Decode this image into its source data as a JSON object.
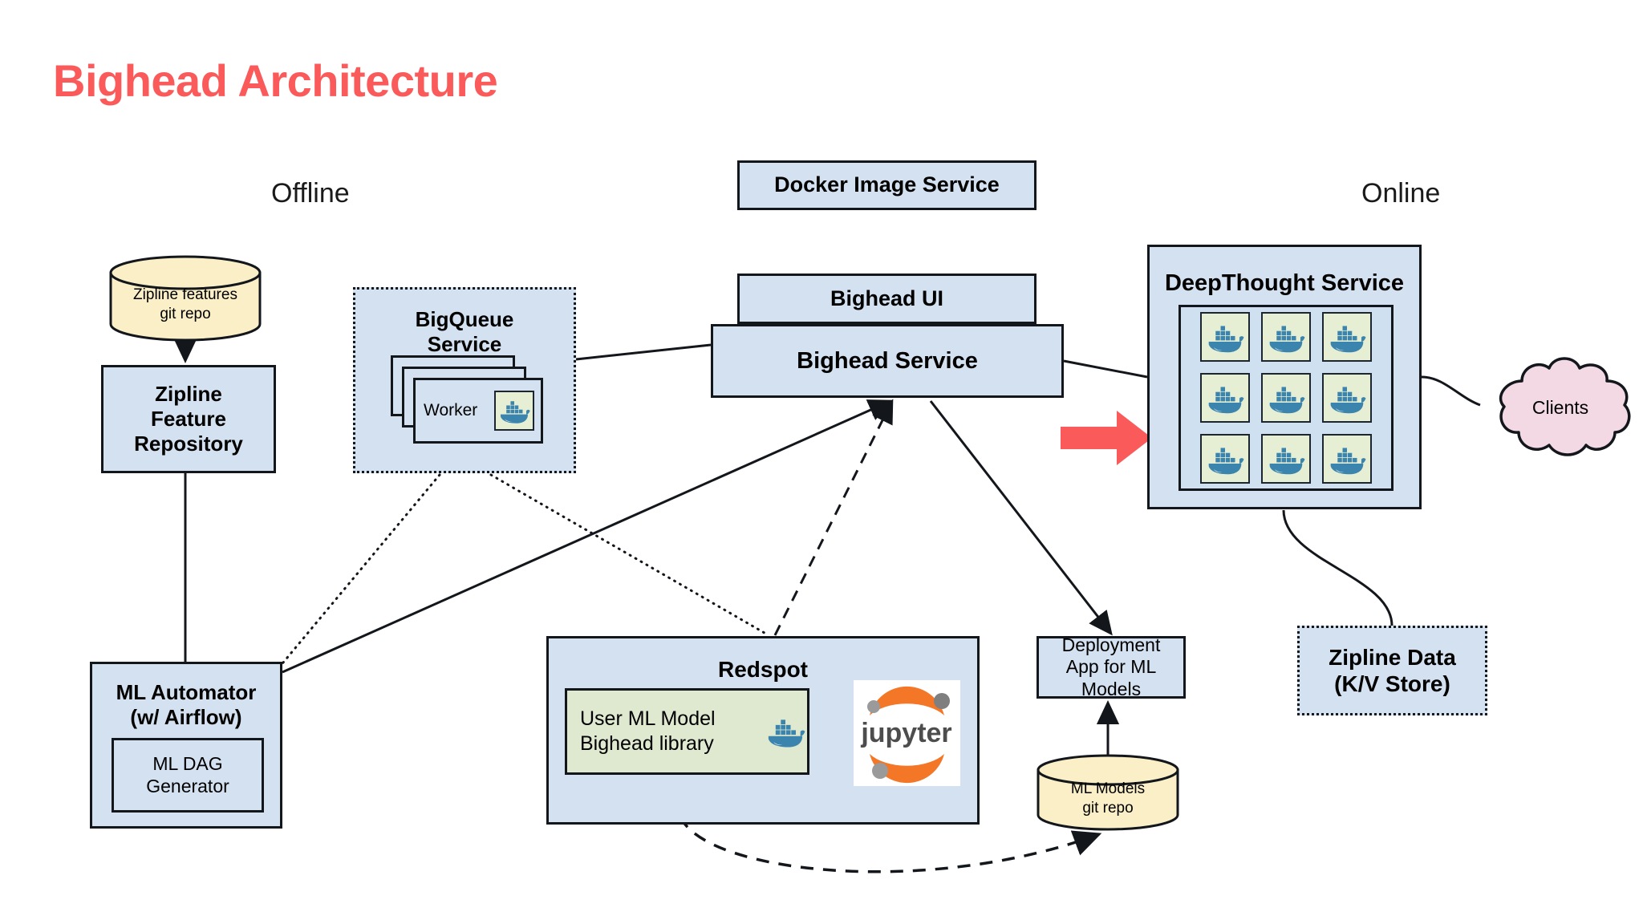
{
  "title": "Bighead Architecture",
  "theme": {
    "title_color": "#fa5a5a",
    "node_fill": "#d3e1f1",
    "node_stroke": "#13171c",
    "green_fill": "#dfe9cf",
    "cylinder_fill": "#fbefc8",
    "cloud_fill": "#f3d9e4",
    "arrow_color": "#fa5a5a",
    "whale_blue": "#3b84ad",
    "jupyter_orange": "#f37726",
    "jupyter_gray": "#9a9a9a"
  },
  "labels": {
    "offline": "Offline",
    "online": "Online"
  },
  "nodes": {
    "zipline_features_repo": {
      "line1": "Zipline features",
      "line2": "git repo"
    },
    "zipline_feature_repository": {
      "line1": "Zipline",
      "line2": "Feature",
      "line3": "Repository"
    },
    "bigqueue_service": {
      "line1": "BigQueue",
      "line2": "Service",
      "worker_label": "Worker"
    },
    "docker_image_service": {
      "label": "Docker Image Service"
    },
    "bighead_ui": {
      "label": "Bighead UI"
    },
    "bighead_service": {
      "label": "Bighead Service"
    },
    "deepthought_service": {
      "label": "DeepThought Service",
      "container_count": 9
    },
    "clients": {
      "label": "Clients"
    },
    "ml_automator": {
      "line1": "ML Automator",
      "line2": "(w/ Airflow)",
      "child_line1": "ML DAG",
      "child_line2": "Generator"
    },
    "redspot": {
      "label": "Redspot",
      "user_model_line1": "User ML Model",
      "user_model_line2": "Bighead library",
      "jupyter_label": "jupyter"
    },
    "deployment_app": {
      "line1": "Deployment",
      "line2": "App for ML",
      "line3": "Models"
    },
    "ml_models_repo": {
      "line1": "ML Models",
      "line2": "git repo"
    },
    "zipline_data": {
      "line1": "Zipline Data",
      "line2": "(K/V Store)"
    }
  },
  "icons": {
    "worker_docker": "docker-whale-icon",
    "user_model_docker": "docker-whale-icon",
    "deepthought_docker": "docker-whale-icon",
    "jupyter": "jupyter-logo-icon",
    "deploy_arrow": "red-right-arrow-icon"
  },
  "connections": [
    {
      "from": "zipline_features_repo",
      "to": "zipline_feature_repository",
      "style": "solid-arrow"
    },
    {
      "from": "zipline_feature_repository",
      "to": "ml_automator",
      "style": "solid"
    },
    {
      "from": "bigqueue_service",
      "to": "ml_automator",
      "style": "dotted"
    },
    {
      "from": "bigqueue_service",
      "to": "redspot",
      "style": "dotted"
    },
    {
      "from": "bigqueue_service",
      "to": "bighead_service",
      "style": "solid"
    },
    {
      "from": "ml_automator",
      "to": "bighead_service",
      "style": "solid-arrow"
    },
    {
      "from": "redspot",
      "to": "bighead_service",
      "style": "dashed-arrow"
    },
    {
      "from": "bighead_service",
      "to": "deployment_app",
      "style": "solid-arrow"
    },
    {
      "from": "bighead_service",
      "to": "deepthought_service",
      "style": "solid"
    },
    {
      "from": "deepthought_service",
      "to": "clients",
      "style": "solid"
    },
    {
      "from": "deepthought_service",
      "to": "zipline_data",
      "style": "solid"
    },
    {
      "from": "ml_models_repo",
      "to": "deployment_app",
      "style": "solid-arrow"
    },
    {
      "from": "redspot",
      "to": "ml_models_repo",
      "style": "dashed-arrow"
    },
    {
      "from": "bighead_service",
      "to": "deepthought_service",
      "style": "red-block-arrow"
    }
  ]
}
